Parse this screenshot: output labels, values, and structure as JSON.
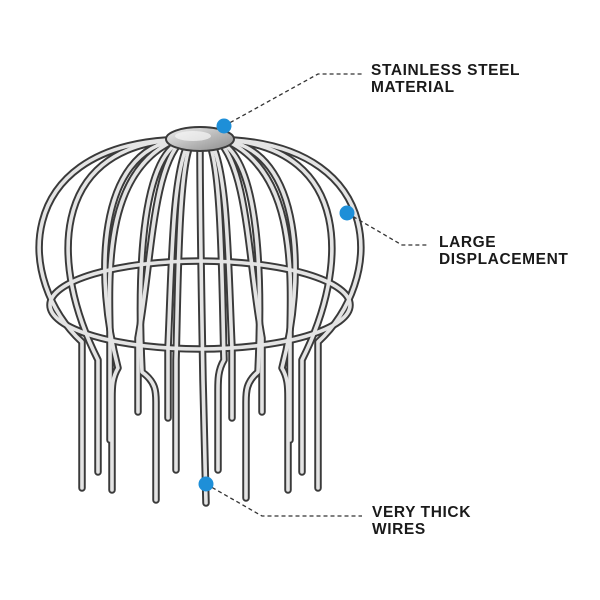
{
  "callouts": {
    "steel": {
      "line1": "STAINLESS STEEL",
      "line2": "MATERIAL"
    },
    "displacement": {
      "line1": "LARGE",
      "line2": "DISPLACEMENT"
    },
    "wires": {
      "line1": "VERY THICK",
      "line2": "WIRES"
    }
  },
  "colors": {
    "background": "#ffffff",
    "marker": "#1e8fd8",
    "wire_dark": "#3a3a3a",
    "wire_light": "#e4e4e4",
    "leader_line": "#333333",
    "text": "#1a1a1a"
  }
}
